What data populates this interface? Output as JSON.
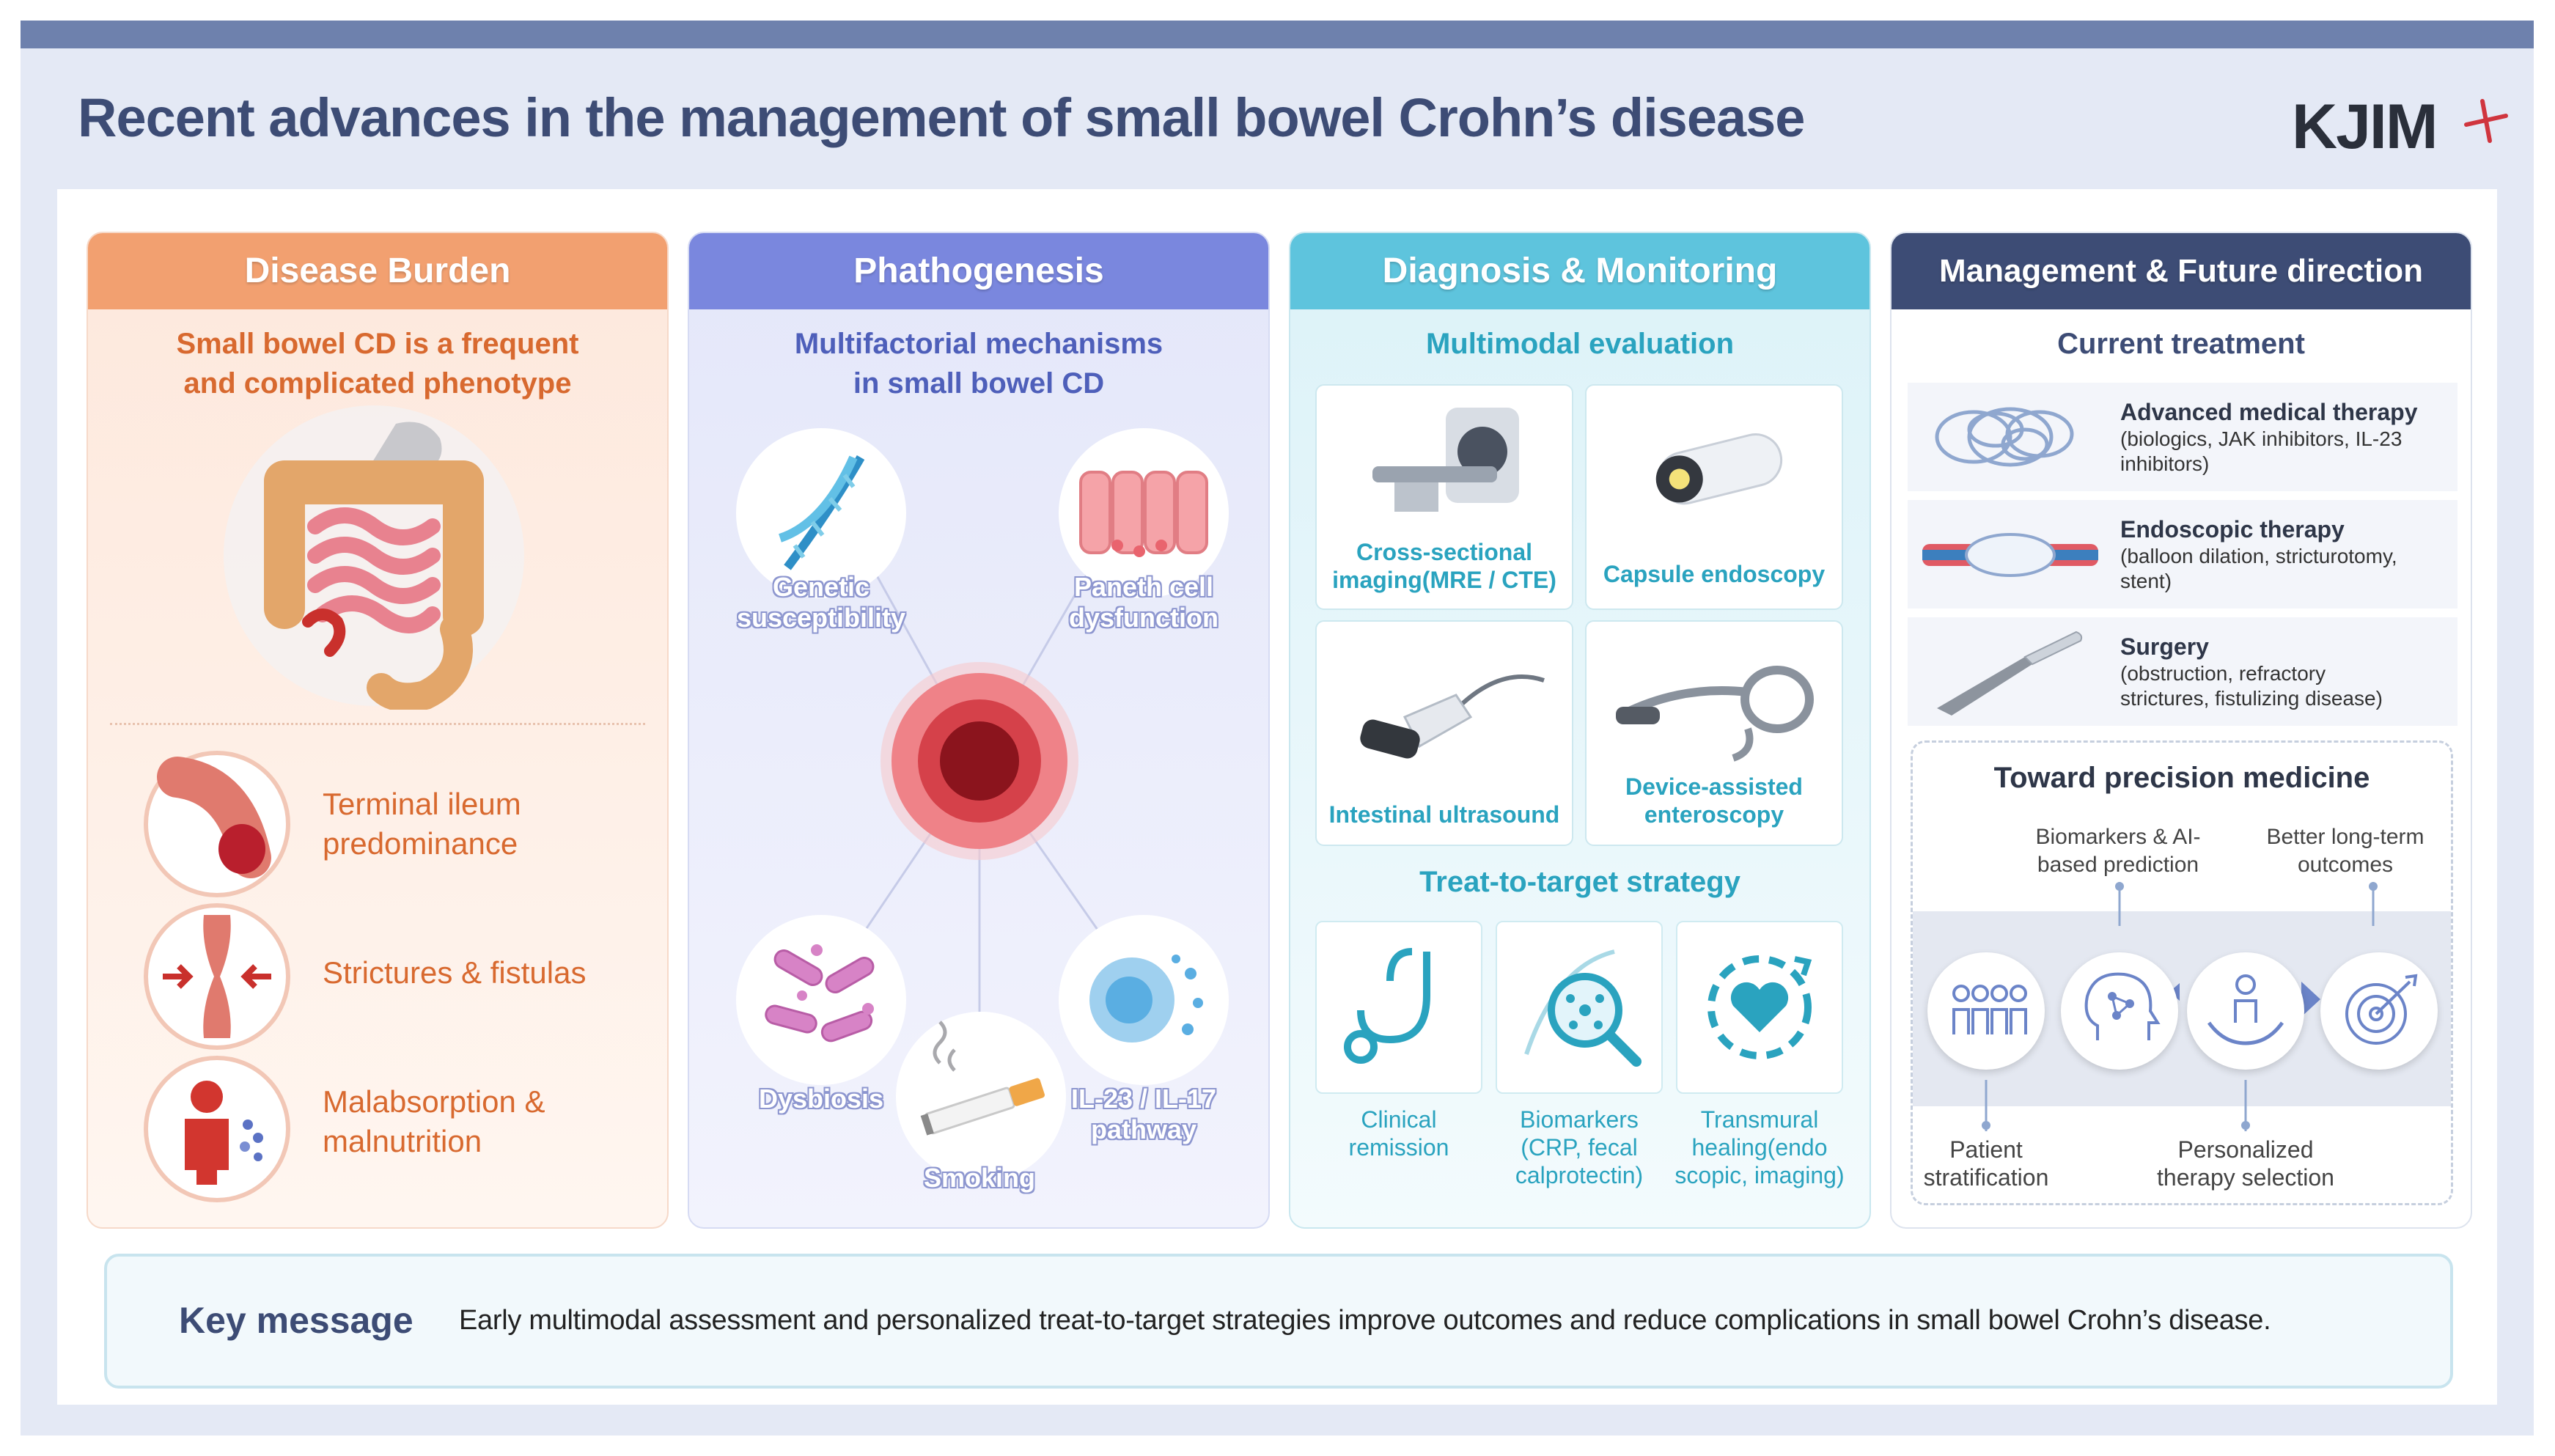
{
  "header": {
    "title": "Recent advances in the management of small bowel Crohn’s disease",
    "logo_text": "KJIM"
  },
  "colors": {
    "topbar": "#6e81ad",
    "title": "#3d4c75",
    "burden": "#f2a070",
    "pathogenesis": "#7a87de",
    "diagnosis": "#5ec4dd",
    "management": "#3d4c75",
    "burden_text": "#d8692f",
    "diagnosis_text": "#2aa3bf"
  },
  "disease_burden": {
    "header": "Disease Burden",
    "subtitle_line1": "Small bowel CD is a frequent",
    "subtitle_line2": "and complicated phenotype",
    "items": [
      {
        "icon": "ileum-icon",
        "line1": "Terminal ileum",
        "line2": "predominance"
      },
      {
        "icon": "stricture-icon",
        "line1": "Strictures & fistulas",
        "line2": ""
      },
      {
        "icon": "person-malnutrition-icon",
        "line1": "Malabsorption &",
        "line2": "malnutrition"
      }
    ]
  },
  "pathogenesis": {
    "header": "Phathogenesis",
    "subtitle_line1": "Multifactorial  mechanisms",
    "subtitle_line2": "in small bowel CD",
    "factors": [
      {
        "icon": "dna-icon",
        "line1": "Genetic",
        "line2": "susceptibility"
      },
      {
        "icon": "paneth-cell-icon",
        "line1": "Paneth cell",
        "line2": "dysfunction"
      },
      {
        "icon": "bacteria-icon",
        "line1": "Dysbiosis",
        "line2": ""
      },
      {
        "icon": "immune-cell-icon",
        "line1": "IL-23 / IL-17",
        "line2": "pathway"
      },
      {
        "icon": "cigarette-icon",
        "line1": "Smoking",
        "line2": ""
      }
    ]
  },
  "diagnosis": {
    "header": "Diagnosis & Monitoring",
    "subtitle": "Multimodal evaluation",
    "modalities": [
      {
        "icon": "ct-scanner-icon",
        "line1": "Cross-sectional",
        "line2": "imaging(MRE / CTE)"
      },
      {
        "icon": "capsule-icon",
        "line1": "Capsule endoscopy",
        "line2": ""
      },
      {
        "icon": "ultrasound-probe-icon",
        "line1": "Intestinal ultrasound",
        "line2": ""
      },
      {
        "icon": "enteroscope-icon",
        "line1": "Device-assisted",
        "line2": "enteroscopy"
      }
    ],
    "t2t_title": "Treat-to-target strategy",
    "targets": [
      {
        "icon": "stethoscope-icon",
        "line1": "Clinical",
        "line2": "remission",
        "line3": ""
      },
      {
        "icon": "biomarker-magnifier-icon",
        "line1": "Biomarkers",
        "line2": "(CRP, fecal",
        "line3": "calprotectin)"
      },
      {
        "icon": "healing-heart-icon",
        "line1": "Transmural",
        "line2": "healing(endo",
        "line3": "scopic, imaging)"
      }
    ]
  },
  "management": {
    "header": "Management & Future direction",
    "current_title": "Current treatment",
    "treatments": [
      {
        "icon": "antibody-icon",
        "title": "Advanced medical therapy",
        "line1": "(biologics, JAK inhibitors, IL-23",
        "line2": "inhibitors)"
      },
      {
        "icon": "balloon-dilation-icon",
        "title": "Endoscopic therapy",
        "line1": "(balloon dilation, stricturotomy,",
        "line2": "stent)"
      },
      {
        "icon": "scalpel-icon",
        "title": "Surgery",
        "line1": "(obstruction, refractory",
        "line2": "strictures, fistulizing disease)"
      }
    ],
    "precision_title": "Toward precision medicine",
    "precision_top": [
      {
        "line1": "Biomarkers & AI-",
        "line2": "based prediction"
      },
      {
        "line1": "Better long-term",
        "line2": "outcomes"
      }
    ],
    "precision_bottom": [
      {
        "line1": "Patient",
        "line2": "stratification"
      },
      {
        "line1": "Personalized",
        "line2": "therapy selection"
      }
    ],
    "precision_icons": [
      "patient-group-icon",
      "ai-head-icon",
      "hand-person-icon",
      "target-icon"
    ]
  },
  "key_message": {
    "title": "Key message",
    "text": "Early multimodal assessment and personalized treat-to-target strategies improve outcomes and reduce complications in small bowel Crohn’s disease."
  }
}
